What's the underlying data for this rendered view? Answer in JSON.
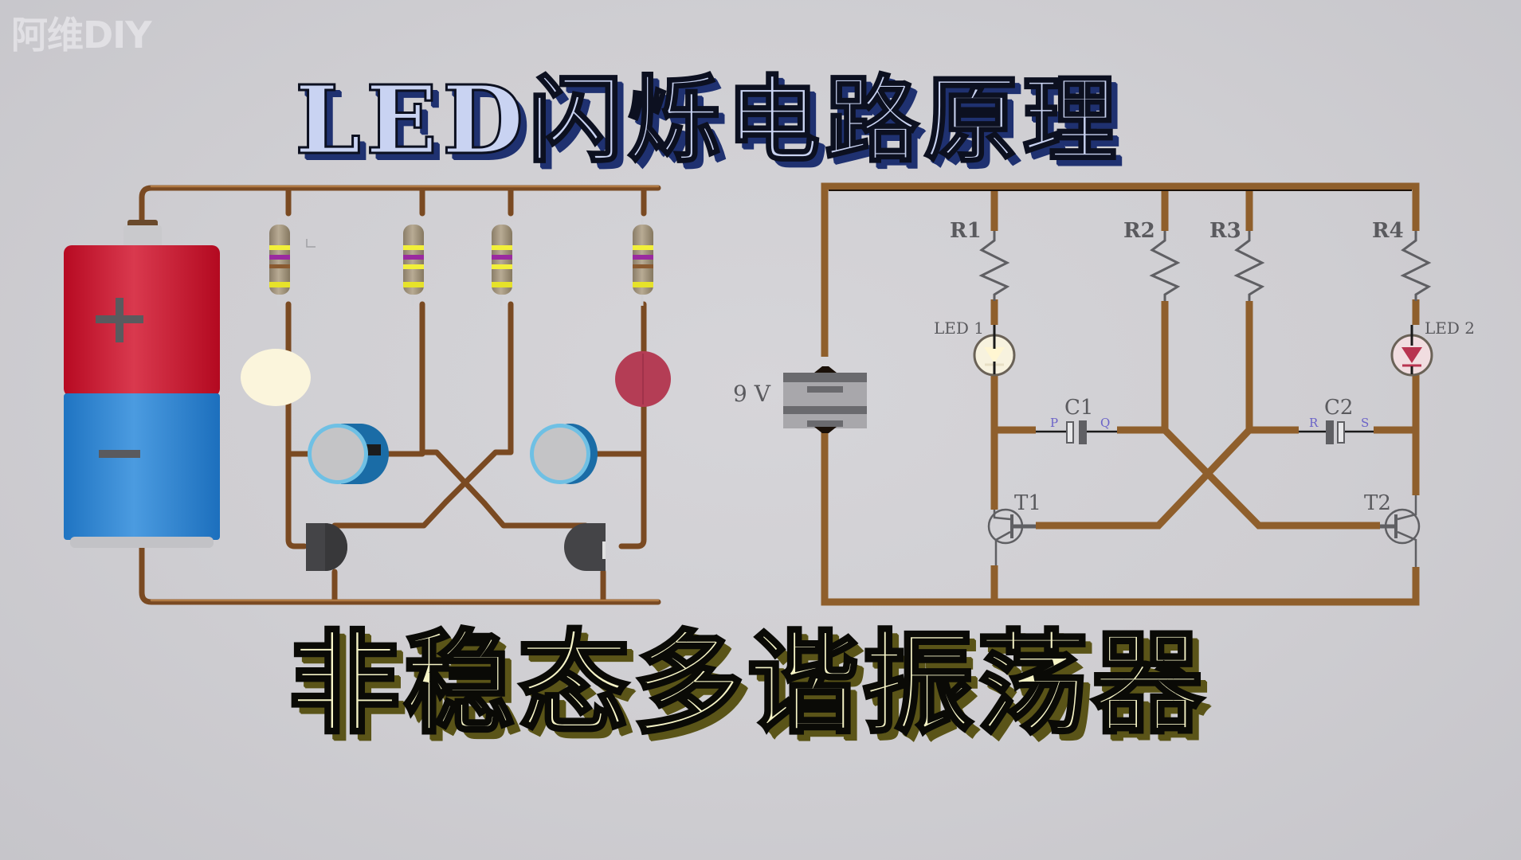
{
  "watermark": "阿维DIY",
  "title_top": "LED闪烁电路原理",
  "title_bottom": "非稳态多谐振荡器",
  "colors": {
    "background": "#d3d2d6",
    "wire_copper": "#8a5a2b",
    "schematic_wire": "#8f5f2c",
    "battery_positive": "#c8102a",
    "battery_negative": "#2a82cf",
    "led1_on": "#fbf5dc",
    "led2_off": "#b43d55",
    "label_gray": "#5a5a5e",
    "pin_label": "#6b63c8",
    "title_top_fill": "#c9d3f2",
    "title_top_shadow": "#1f3170",
    "title_bottom_fill": "#f6f4c6",
    "title_bottom_shadow": "#5a5418"
  },
  "illustration": {
    "battery": {
      "positive_symbol": "+",
      "negative_symbol": "−"
    },
    "resistors": [
      {
        "id": "R1",
        "bands": [
          "yellow",
          "violet",
          "brown",
          "gold"
        ]
      },
      {
        "id": "R2",
        "bands": [
          "yellow",
          "violet",
          "yellow",
          "gold"
        ]
      },
      {
        "id": "R3",
        "bands": [
          "yellow",
          "violet",
          "yellow",
          "gold"
        ]
      },
      {
        "id": "R4",
        "bands": [
          "yellow",
          "violet",
          "brown",
          "gold"
        ]
      }
    ],
    "leds": [
      {
        "id": "LED1",
        "state": "on"
      },
      {
        "id": "LED2",
        "state": "off"
      }
    ],
    "capacitors": [
      "C1",
      "C2"
    ],
    "transistors": [
      "T1",
      "T2"
    ]
  },
  "schematic": {
    "supply_label": "9 V",
    "resistors": [
      "R1",
      "R2",
      "R3",
      "R4"
    ],
    "leds": [
      "LED 1",
      "LED 2"
    ],
    "capacitors": [
      {
        "label": "C1",
        "pin_left": "P",
        "pin_right": "Q"
      },
      {
        "label": "C2",
        "pin_left": "R",
        "pin_right": "S"
      }
    ],
    "transistors": [
      "T1",
      "T2"
    ]
  }
}
